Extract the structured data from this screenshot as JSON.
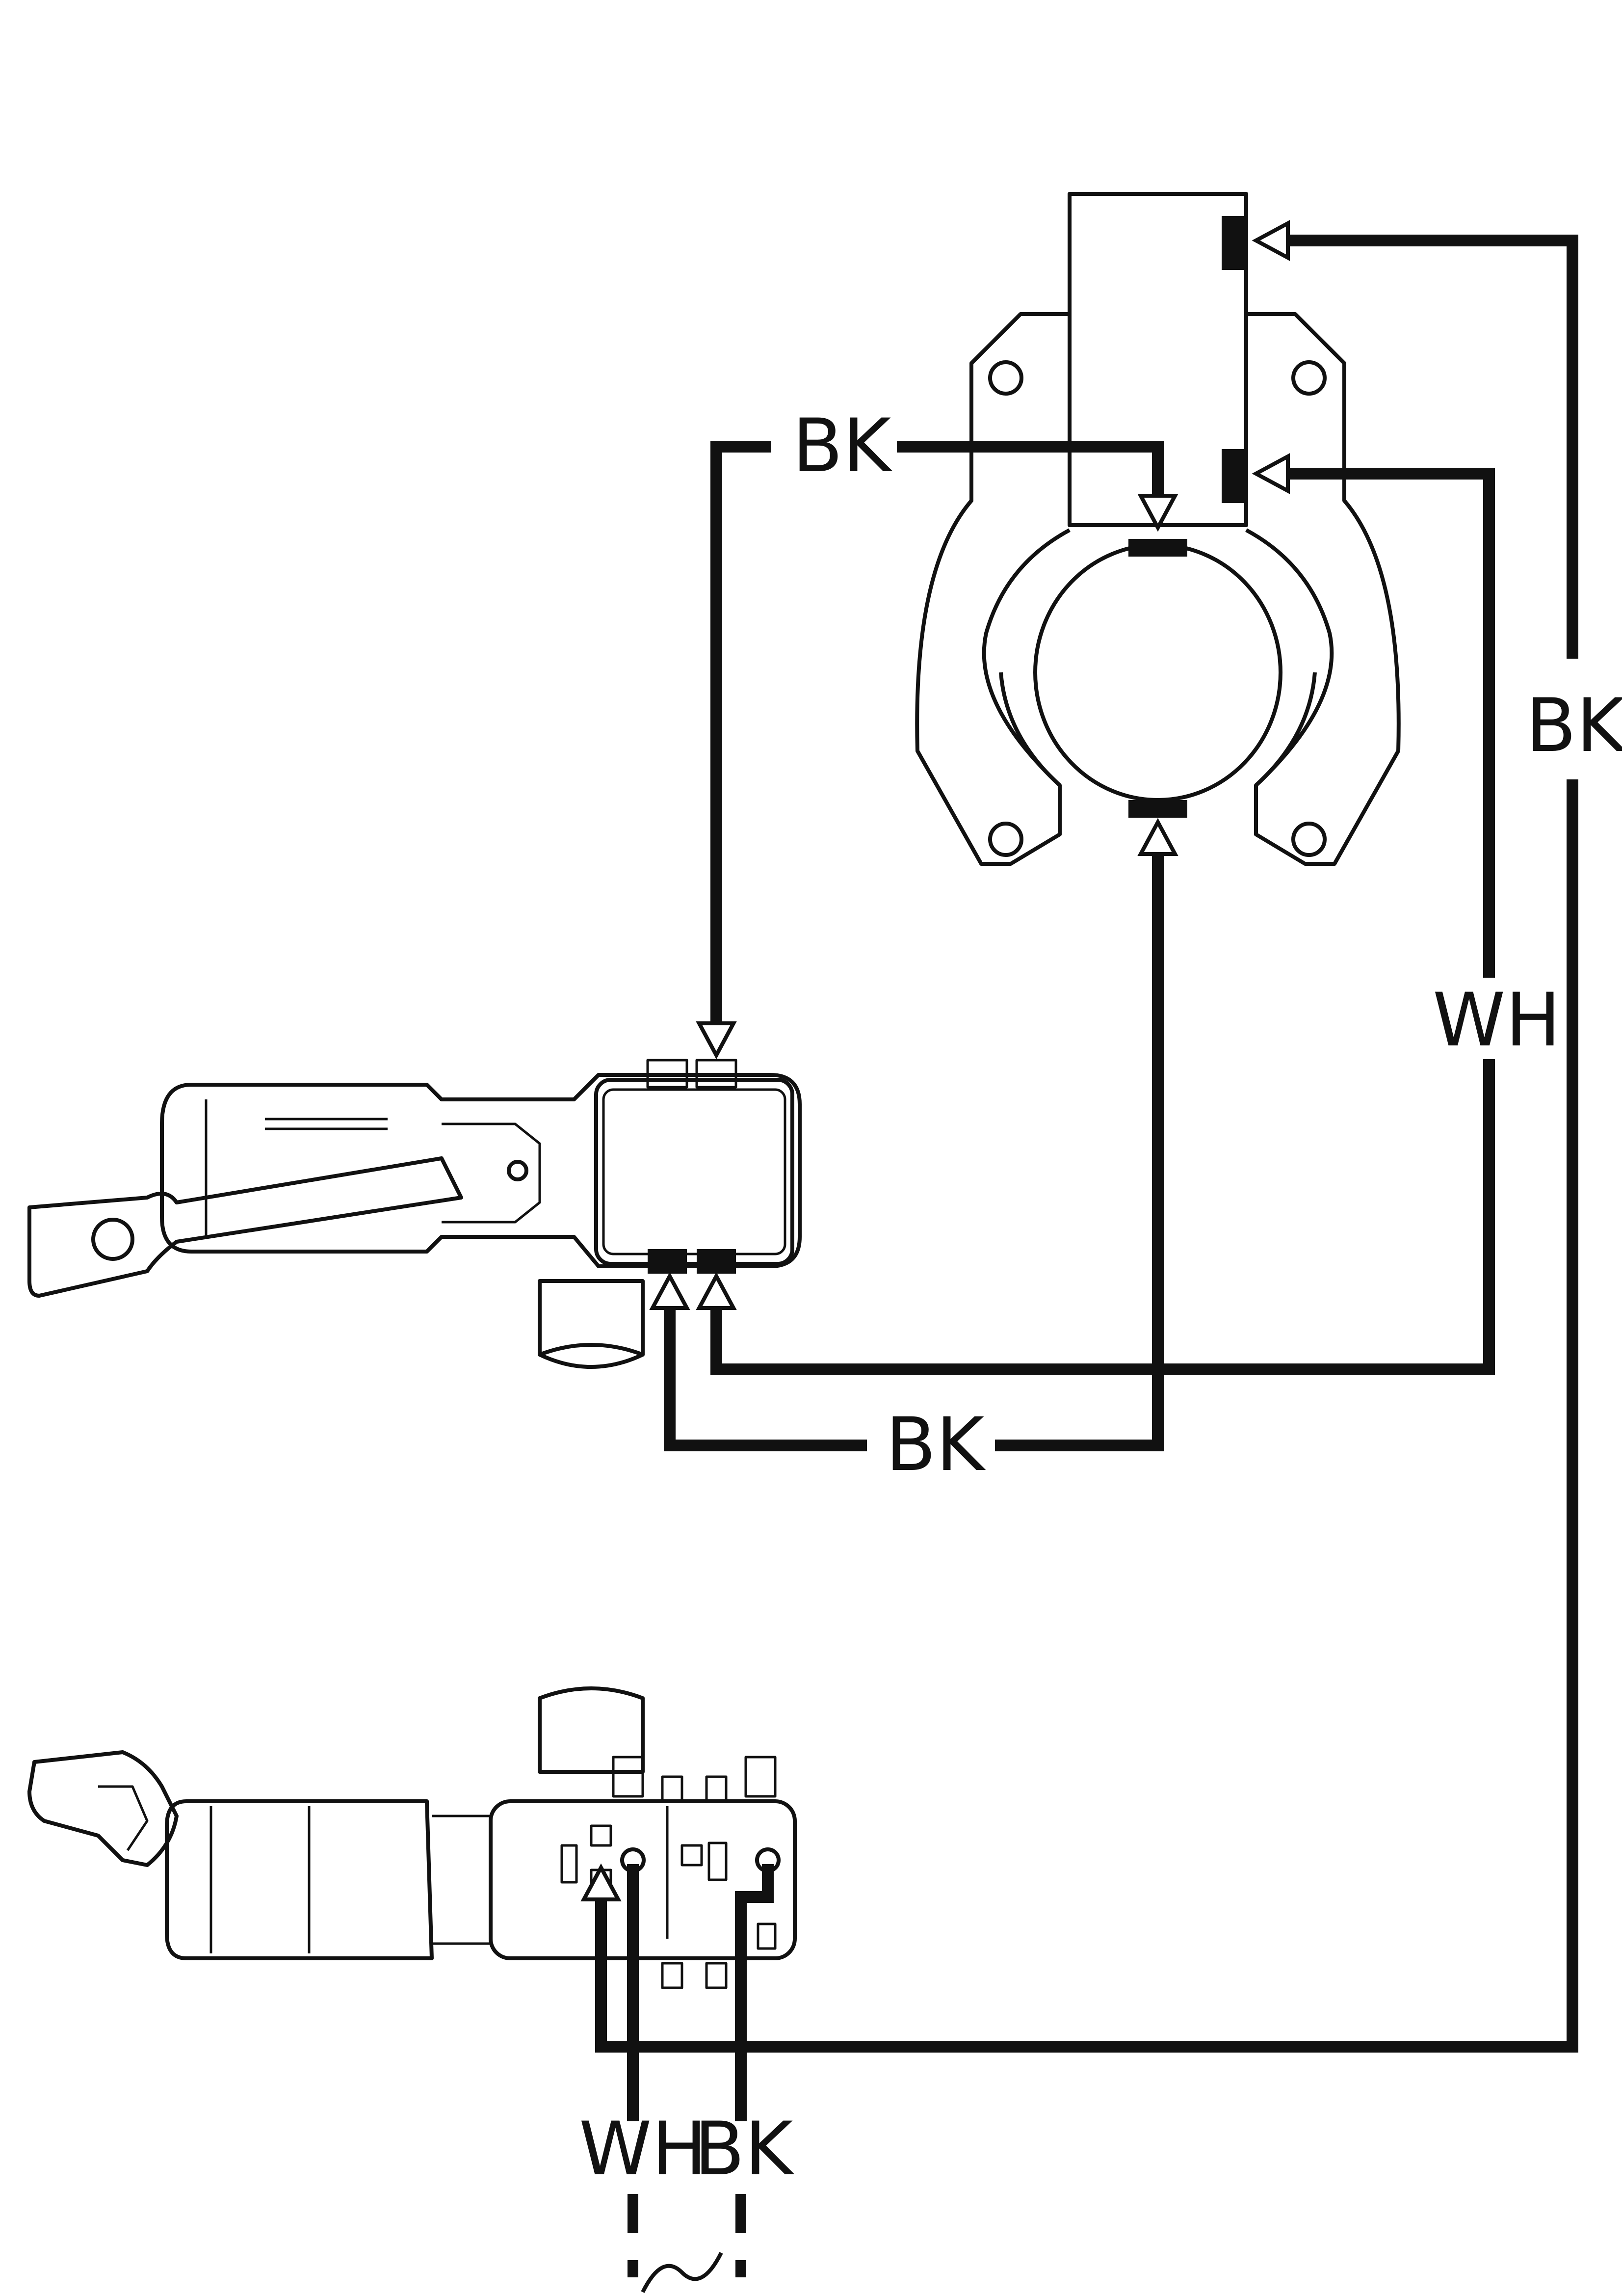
{
  "labels": {
    "wire_top_left": "BK",
    "wire_right_outer": "BK",
    "wire_right_inner": "WH",
    "wire_middle_bottom": "BK",
    "lead_white": "WH",
    "lead_black": "BK"
  },
  "colors": {
    "line": "#111111",
    "background": "#ffffff",
    "terminal_fill": "#111111"
  }
}
